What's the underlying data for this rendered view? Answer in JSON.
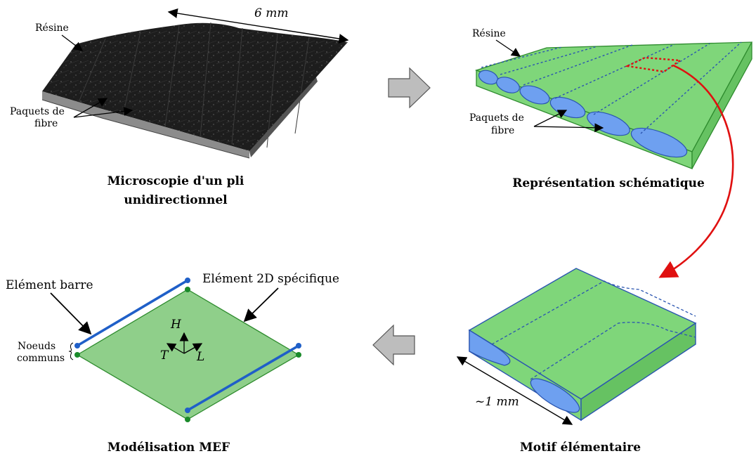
{
  "panels": {
    "microscopy": {
      "label_resin": "Résine",
      "label_fibers_1": "Paquets de",
      "label_fibers_2": "fibre",
      "dimension": "6 mm",
      "caption_1": "Microscopie d'un pli",
      "caption_2": "unidirectionnel"
    },
    "schematic": {
      "label_resin": "Résine",
      "label_fibers_1": "Paquets de",
      "label_fibers_2": "fibre",
      "caption": "Représentation schématique"
    },
    "pattern": {
      "dimension": "~1 mm",
      "caption": "Motif élémentaire"
    },
    "fem": {
      "label_bar": "Elément barre",
      "label_2d": "Elément 2D spécifique",
      "label_nodes_1": "Noeuds",
      "label_nodes_2": "communs",
      "axis_h": "H",
      "axis_t": "T",
      "axis_l": "L",
      "caption": "Modélisation MEF"
    }
  },
  "colors": {
    "resin_green": "#7fd67a",
    "fiber_blue": "#6ea0f0",
    "element_green": "#8fcf8a",
    "bar_blue": "#1f5fc8",
    "node_green": "#1a8a2a",
    "highlight_red": "#e01010",
    "arrow_gray": "#bdbdbd"
  }
}
